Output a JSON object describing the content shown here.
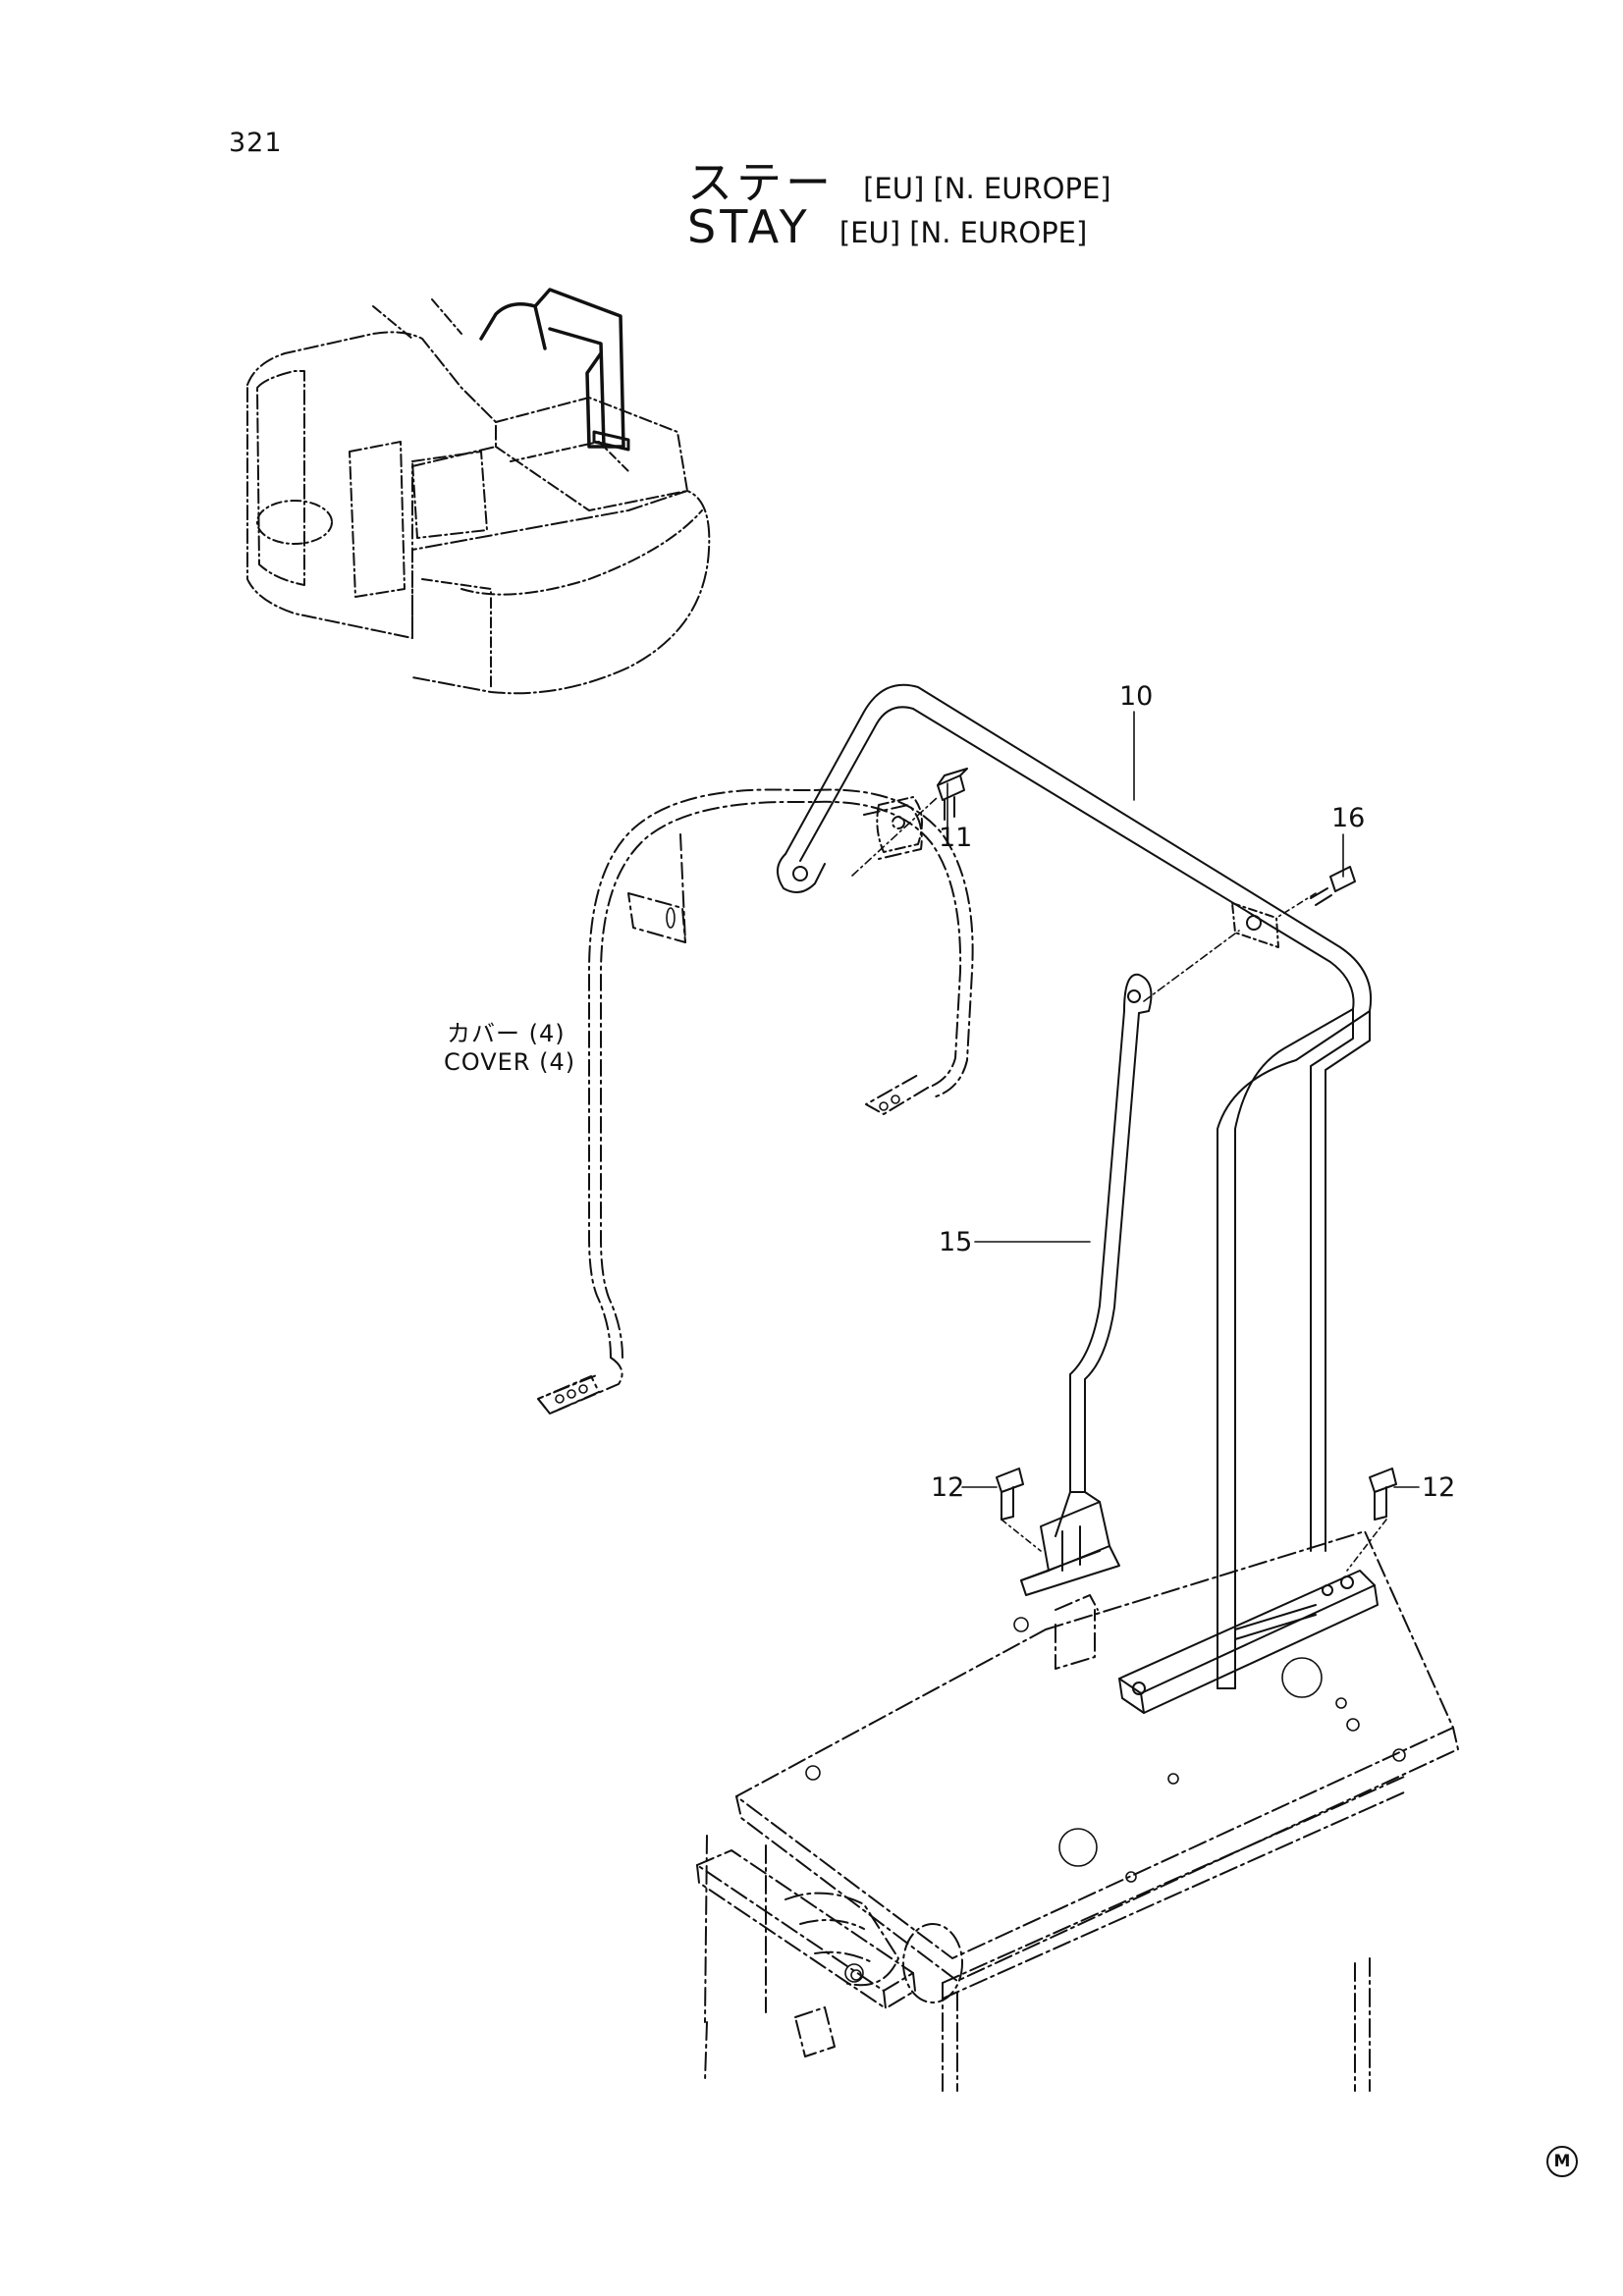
{
  "page_number": "321",
  "title": {
    "jp_main": "ステー",
    "en_main": "STAY",
    "region": "[EU] [N. EUROPE]"
  },
  "callouts": [
    "10",
    "11",
    "16",
    "15",
    "12",
    "12"
  ],
  "cover_label": {
    "jp": "カバー (4)",
    "en": "COVER (4)"
  },
  "manufacturer_mark": "M"
}
